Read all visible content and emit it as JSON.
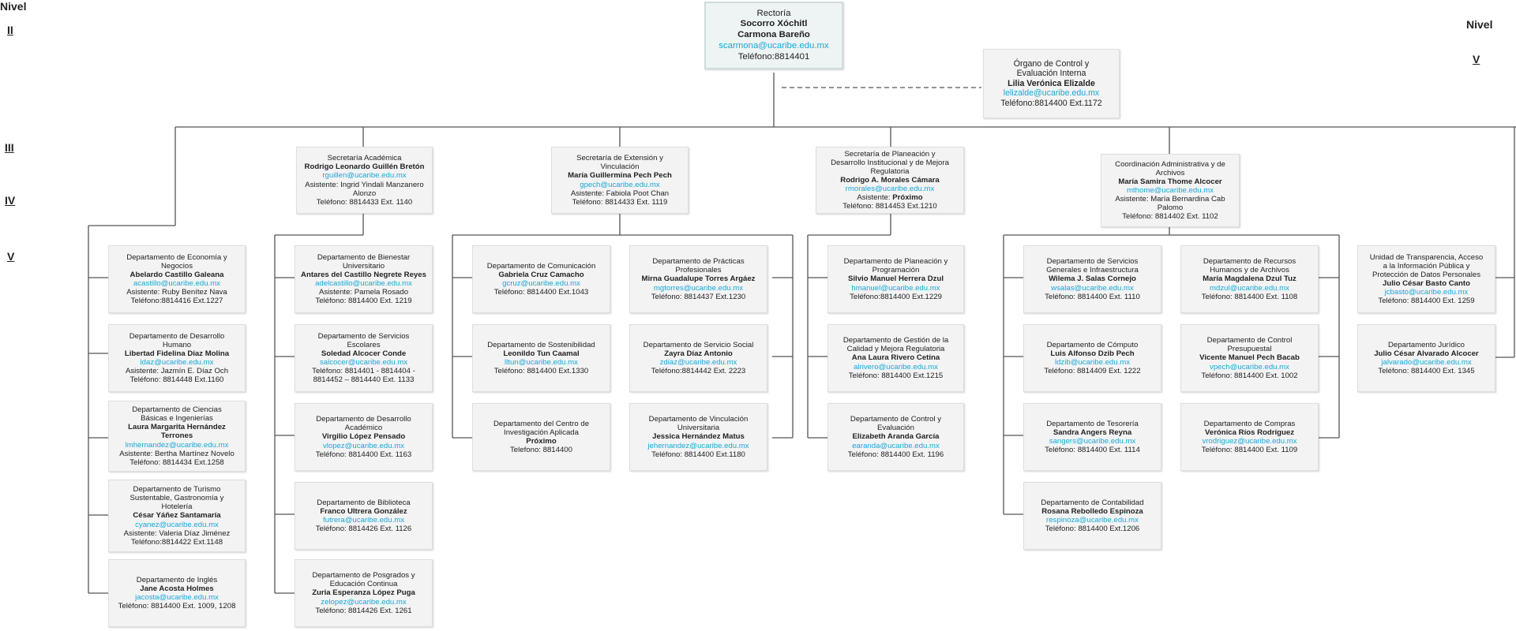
{
  "levels": {
    "nivel_left": "Nivel",
    "nivel_right": "Nivel",
    "II": "II",
    "III": "III",
    "IV": "IV",
    "V": "V",
    "V_b": "V"
  },
  "rectoria": {
    "title": "Rectoría",
    "name1": "Socorro Xóchitl",
    "name2": "Carmona Bareño",
    "email": "scarmona@ucaribe.edu.mx",
    "phone": "Teléfono:8814401"
  },
  "organo": {
    "title1": "Órgano de Control y",
    "title2": "Evaluación Interna",
    "name": "Lilia Verónica Elizalde",
    "email": "lelizalde@ucaribe.edu.mx",
    "phone": "Teléfono:8814400 Ext.1172"
  },
  "secretarias": {
    "academica": {
      "title": "Secretaría Académica",
      "name": "Rodrigo Leonardo Guillén Bretón",
      "email": "rguillen@ucaribe.edu.mx",
      "assistant1": "Asistente: Ingrid Yindali Manzanero",
      "assistant2": "Alonzo",
      "phone": "Teléfono: 8814433 Ext. 1140"
    },
    "extension": {
      "title1": "Secretaría de Extensión y",
      "title2": "Vinculación",
      "name": "María Guillermina Pech Pech",
      "email": "gpech@ucaribe.edu.mx",
      "assistant": "Asistente: Fabiola Poot Chan",
      "phone": "Teléfono: 8814433 Ext. 1119"
    },
    "planeacion": {
      "title1": "Secretaría de Planeación y",
      "title2": "Desarrollo Institucional y de Mejora",
      "title3": "Regulatoria",
      "name": "Rodrigo A. Morales Cámara",
      "email": "rmorales@ucaribe.edu.mx",
      "assistant_label": "Asistente:",
      "assistant": "Próximo",
      "phone": "Teléfono: 8814453 Ext.1210"
    },
    "administrativa": {
      "title1": "Coordinación Administrativa y de",
      "title2": "Archivos",
      "name": "María Samira Thome Alcocer",
      "email": "mthome@ucaribe.edu.mx",
      "assistant1": "Asistente: María Bernardina Cab",
      "assistant2": "Palomo",
      "phone": "Teléfono: 8814402 Ext. 1102"
    }
  },
  "departments": {
    "economia": {
      "t1": "Departamento de Economía y",
      "t2": "Negocios",
      "name": "Abelardo Castillo Galeana",
      "email": "acastillo@ucaribe.edu.mx",
      "assistant": "Asistente: Ruby Benítez Nava",
      "phone": "Teléfono:8814416 Ext.1227"
    },
    "humano": {
      "t1": "Departamento de Desarrollo",
      "t2": "Humano",
      "name": "Libertad Fidelina Díaz Molina",
      "email": "ldaz@ucaribe.edu.mx",
      "assistant": "Asistente: Jazmín E. Díaz Och",
      "phone": "Teléfono: 8814448 Ext.1160"
    },
    "ciencias": {
      "t1": "Departamento de Ciencias",
      "t2": "Básicas e Ingenierías",
      "name1": "Laura Margarita Hernández",
      "name2": "Terrones",
      "email": "lmhernandez@ucaribe.edu.mx",
      "assistant": "Asistente: Bertha Martínez Novelo",
      "phone": "Teléfono: 8814434 Ext.1258"
    },
    "turismo": {
      "t1": "Departamento de Turismo",
      "t2": "Sustentable, Gastronomía y",
      "t3": "Hotelería",
      "name": "César Yáñez Santamaría",
      "email": "cyanez@ucaribe.edu.mx",
      "assistant": "Asistente: Valeria Díaz Jiménez",
      "phone": "Teléfono:8814422 Ext.1148"
    },
    "ingles": {
      "t1": "Departamento de Inglés",
      "name": "Jane Acosta Holmes",
      "email": "jacosta@ucaribe.edu.mx",
      "phone": "Teléfono: 8814400 Ext. 1009, 1208"
    },
    "bienestar": {
      "t1": "Departamento de Bienestar",
      "t2": "Universitario",
      "name": "Antares del Castillo Negrete Reyes",
      "email": "adelcastillo@ucaribe.edu.mx",
      "assistant": "Asistente: Pamela Rosado",
      "phone": "Teléfono: 8814400 Ext. 1219"
    },
    "escolares": {
      "t1": "Departamento de Servicios",
      "t2": "Escolares",
      "name": "Soledad Alcocer Conde",
      "email": "salcocer@ucaribe.edu.mx",
      "phone1": "Teléfono: 8814401 - 8814404 -",
      "phone2": "8814452 – 8814440 Ext. 1133"
    },
    "academico": {
      "t1": "Departamento de Desarrollo",
      "t2": "Académico",
      "name": "Virgilio López Pensado",
      "email": "vlopez@ucaribe.edu.mx",
      "phone": "Teléfono: 8814400 Ext. 1163"
    },
    "biblioteca": {
      "t1": "Departamento de Biblioteca",
      "name": "Franco Ultrera González",
      "email": "futrera@ucaribe.edu.mx",
      "phone": "Teléfono: 8814426 Ext. 1126"
    },
    "posgrados": {
      "t1": "Departamento de Posgrados y",
      "t2": "Educación Continua",
      "name": "Zuria Esperanza López Puga",
      "email": "zelopez@ucaribe.edu.mx",
      "phone": "Teléfono: 8814426 Ext. 1261"
    },
    "comunicacion": {
      "t1": "Departamento de Comunicación",
      "name": "Gabriela Cruz Camacho",
      "email": "gcruz@ucaribe.edu.mx",
      "phone": "Teléfono: 8814400 Ext.1043"
    },
    "sostenibilidad": {
      "t1": "Departamento de Sostenibilidad",
      "name": "Leonildo Tun Caamal",
      "email": "lltun@ucaribe.edu.mx",
      "phone": "Teléfono: 8814400 Ext.1330"
    },
    "centro": {
      "t1": "Departamento del Centro de",
      "t2": "Investigación Aplicada",
      "name": "Próximo",
      "phone": "Telefono: 8814400"
    },
    "practicas": {
      "t1": "Departamento de Prácticas",
      "t2": "Profesionales",
      "name": "Mirna Guadalupe Torres Argáez",
      "email": "mgtorres@ucaribe.edu.mx",
      "phone": "Teléfono: 8814437 Ext.1230"
    },
    "servicio_social": {
      "t1": "Departamento de Servicio Social",
      "name": "Zayra Díaz Antonio",
      "email": "zdiaz@ucaribe.edu.mx",
      "phone": "Teléfono:8814442 Ext. 2223"
    },
    "vinculacion": {
      "t1": "Departamento de Vinculación",
      "t2": "Universitaria",
      "name": "Jessica Hernández Matus",
      "email": "jehernandez@ucaribe.edu.mx",
      "phone": "Teléfono: 8814400 Ext.1180"
    },
    "planeacion_prog": {
      "t1": "Departamento de Planeación y",
      "t2": "Programación",
      "name": "Silvio Manuel Herrera Dzul",
      "email": "hmanuel@ucaribe.edu.mx",
      "phone": "Teléfono:8814400 Ext.1229"
    },
    "calidad": {
      "t1": "Departamento de Gestión de la",
      "t2": "Calidad y Mejora Regulatoria",
      "name": "Ana Laura Rivero Cetina",
      "email": "alrivero@ucaribe.edu.mx",
      "phone": "Teléfono: 8814400 Ext.1215"
    },
    "control_eval": {
      "t1": "Departamento de Control y",
      "t2": "Evaluación",
      "name": "Elizabeth Aranda García",
      "email": "earanda@ucaribe.edu.mx",
      "phone": "Teléfono: 8814400 Ext. 1196"
    },
    "generales": {
      "t1": "Departamento de Servicios",
      "t2": "Generales e Infraestructura",
      "name": "Wilema J. Salas Cornejo",
      "email": "wsalas@ucaribe.edu.mx",
      "phone": "Teléfono: 8814400 Ext. 1110"
    },
    "computo": {
      "t1": "Departamento de Cómputo",
      "name": "Luis Alfonso Dzib Pech",
      "email": "ldzib@ucaribe.edu.mx",
      "phone": "Teléfono: 8814409 Ext. 1222"
    },
    "tesoreria": {
      "t1": "Departamento de Tesorería",
      "name": "Sandra Angers Reyna",
      "email": "sangers@ucaribe.edu.mx",
      "phone": "Teléfono: 8814400 Ext. 1114"
    },
    "contabilidad": {
      "t1": "Departamento de Contabilidad",
      "name": "Rosana Rebolledo Espinoza",
      "email": "respinoza@ucaribe.edu.mx",
      "phone": "Teléfono: 8814400 Ext.1206"
    },
    "recursos": {
      "t1": "Departamento de Recursos",
      "t2": "Humanos y de Archivos",
      "name": "María Magdalena Dzul Tuz",
      "email": "mdzul@ucaribe.edu.mx",
      "phone": "Teléfono: 8814400 Ext. 1108"
    },
    "presupuestal": {
      "t1": "Departamento de Control",
      "t2": "Presupuestal",
      "name": "Vicente Manuel Pech Bacab",
      "email": "vpech@ucaribe.edu.mx",
      "phone": "Teléfono: 8814400 Ext. 1002"
    },
    "compras": {
      "t1": "Departamento de Compras",
      "name": "Verónica Ríos Rodríguez",
      "email": "vrodriguez@ucaribe.edu.mx",
      "phone": "Teléfono: 8814400 Ext. 1109"
    },
    "transparencia": {
      "t1": "Unidad de Transparencia, Acceso",
      "t2": "a la Información Pública y",
      "t3": "Protección de Datos Personales",
      "name": "Julio César Basto Canto",
      "email": "jcbasto@ucaribe.edu.mx",
      "phone": "Teléfono: 8814400 Ext. 1259"
    },
    "juridico": {
      "t1": "Departamento Jurídico",
      "name": "Julio César Alvarado Alcocer",
      "email": "jalvarado@ucaribe.edu.mx",
      "phone": "Teléfono: 8814400 Ext. 1345"
    }
  },
  "colors": {
    "email": "#17a8d8",
    "box_bg": "#f3f3f3",
    "line": "#555555"
  }
}
